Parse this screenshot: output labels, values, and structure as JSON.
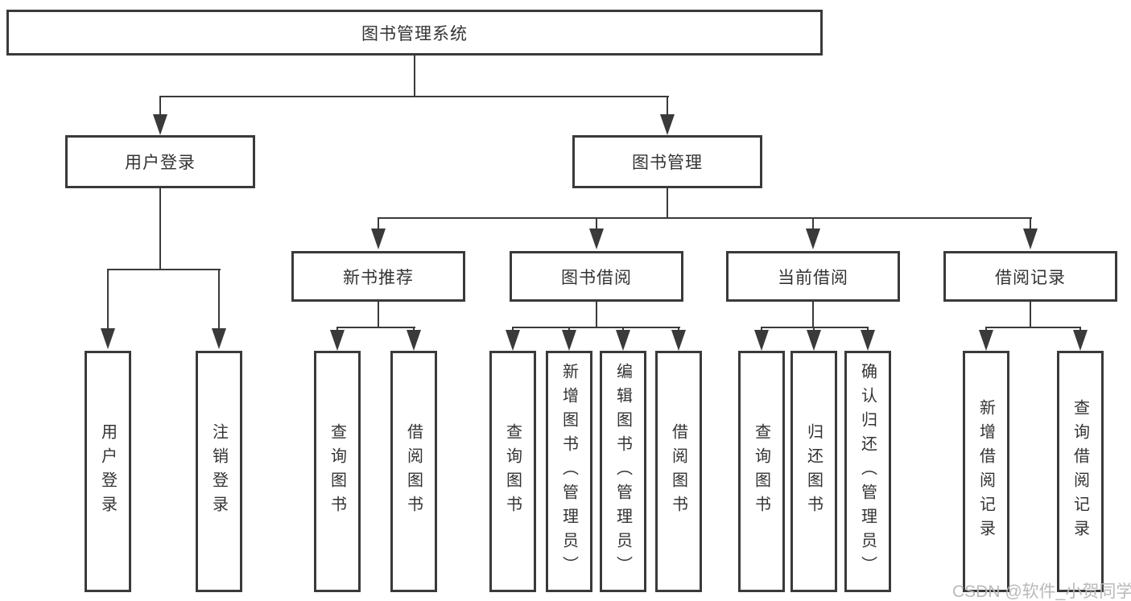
{
  "diagram": {
    "type": "hierarchy-tree",
    "title": "图书管理系统",
    "watermark": "CSDN @软件_小贺同学",
    "colors": {
      "line": "#3a3a3a",
      "text": "#333333",
      "watermark": "#b9b9b9",
      "background": "#ffffff"
    },
    "tree": {
      "label": "图书管理系统",
      "children": [
        {
          "label": "用户登录",
          "children": [
            {
              "label": "用户登录"
            },
            {
              "label": "注销登录"
            }
          ]
        },
        {
          "label": "图书管理",
          "children": [
            {
              "label": "新书推荐",
              "children": [
                {
                  "label": "查询图书"
                },
                {
                  "label": "借阅图书"
                }
              ]
            },
            {
              "label": "图书借阅",
              "children": [
                {
                  "label": "查询图书"
                },
                {
                  "label": "新增图书（管理员）"
                },
                {
                  "label": "编辑图书（管理员）"
                },
                {
                  "label": "借阅图书"
                }
              ]
            },
            {
              "label": "当前借阅",
              "children": [
                {
                  "label": "查询图书"
                },
                {
                  "label": "归还图书"
                },
                {
                  "label": "确认归还（管理员）"
                }
              ]
            },
            {
              "label": "借阅记录",
              "children": [
                {
                  "label": "新增借阅记录"
                },
                {
                  "label": "查询借阅记录"
                }
              ]
            }
          ]
        }
      ]
    }
  }
}
